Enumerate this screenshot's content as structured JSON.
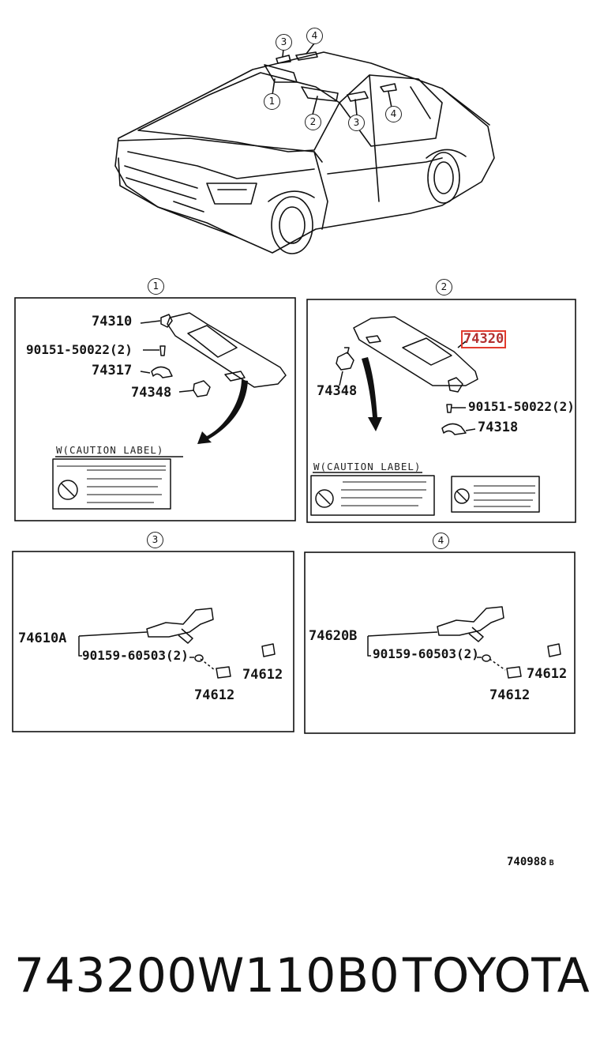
{
  "overview": {
    "callouts": [
      "3",
      "4",
      "1",
      "2",
      "3",
      "4"
    ]
  },
  "panel1": {
    "index": "1",
    "labels": {
      "visor": "74310",
      "screw": "90151-50022(2)",
      "holder": "74317",
      "bracket": "74348"
    },
    "caption": "W(CAUTION LABEL)"
  },
  "panel2": {
    "index": "2",
    "labels": {
      "visor": "74320",
      "bracket": "74348",
      "screw": "90151-50022(2)",
      "holder": "74318"
    },
    "caption": "W(CAUTION LABEL)"
  },
  "panel3": {
    "index": "3",
    "labels": {
      "grip": "74610A",
      "screw": "90159-60503(2)",
      "cover_a": "74612",
      "cover_b": "74612"
    }
  },
  "panel4": {
    "index": "4",
    "labels": {
      "grip": "74620B",
      "screw": "90159-60503(2)",
      "cover_a": "74612",
      "cover_b": "74612"
    }
  },
  "diagram_code": {
    "number": "740988",
    "suffix": "B"
  },
  "footer": {
    "part_number": "743200W110B0",
    "brand": "TOYOTA"
  },
  "colors": {
    "highlight": "#e23b2e",
    "line": "#111111"
  }
}
